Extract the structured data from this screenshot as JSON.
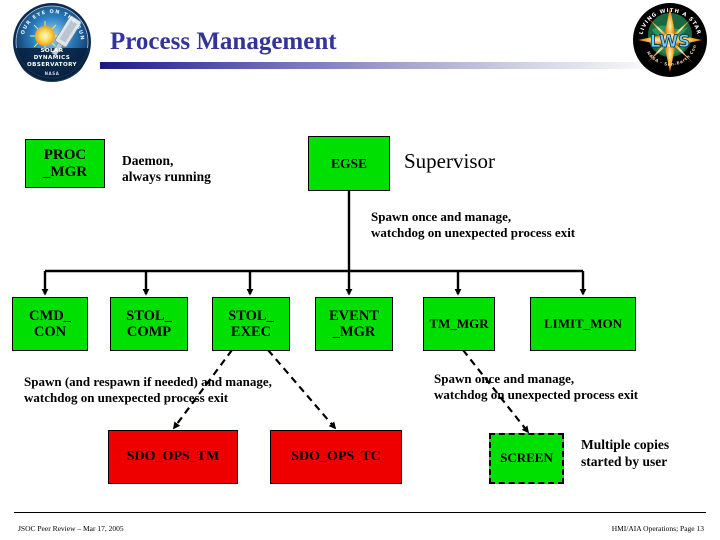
{
  "slide": {
    "title": "Process Management",
    "footer_left": "JSOC Peer Review – Mar 17, 2005",
    "footer_right": "HMI/AIA Operations; Page 13",
    "accent_color": "#333399",
    "node_green": "#00e000",
    "node_red": "#ee0000"
  },
  "logos": {
    "left": {
      "name": "sdo-logo",
      "alt": "SOLAR DYNAMICS OBSERVATORY"
    },
    "right": {
      "name": "lws-logo",
      "alt": "LWS"
    }
  },
  "nodes": {
    "proc_mgr": "PROC\n_MGR",
    "egse": "EGSE",
    "cmd_con": "CMD_\nCON",
    "stol_comp": "STOL_\nCOMP",
    "stol_exec": "STOL_\nEXEC",
    "event_mgr": "EVENT\n_MGR",
    "tm_mgr": "TM_MGR",
    "limit_mon": "LIMIT_MON",
    "sdo_ops_tm": "SDO_OPS_TM",
    "sdo_ops_tc": "SDO_OPS_TC",
    "screen": "SCREEN"
  },
  "labels": {
    "daemon": "Daemon,\nalways running",
    "supervisor": "Supervisor",
    "spawn_once_top": "Spawn once and manage,\nwatchdog on unexpected process exit",
    "spawn_respawn": "Spawn (and respawn if needed) and manage,\nwatchdog on unexpected process exit",
    "spawn_once_bottom": "Spawn once and manage,\nwatchdog on unexpected process exit",
    "multiple_copies": "Multiple copies\nstarted by user"
  }
}
